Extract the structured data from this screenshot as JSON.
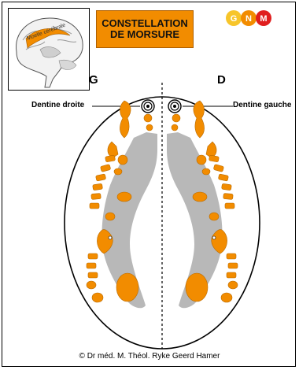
{
  "title": {
    "line1": "CONSTELLATION",
    "line2": "DE MORSURE"
  },
  "inset": {
    "label": "Moelle cérébrale"
  },
  "logo": {
    "letters": [
      "G",
      "N",
      "M"
    ],
    "colors": [
      "#f7c52a",
      "#f28c00",
      "#e01e1e"
    ]
  },
  "sides": {
    "left": "G",
    "right": "D"
  },
  "callouts": {
    "left": "Dentine droite",
    "right": "Dentine gauche"
  },
  "copyright": "© Dr méd. M. Théol. Ryke Geerd Hamer",
  "colors": {
    "relay": "#f28c00",
    "ventricles": "#b8b8b8",
    "title_bg": "#f28c00"
  }
}
